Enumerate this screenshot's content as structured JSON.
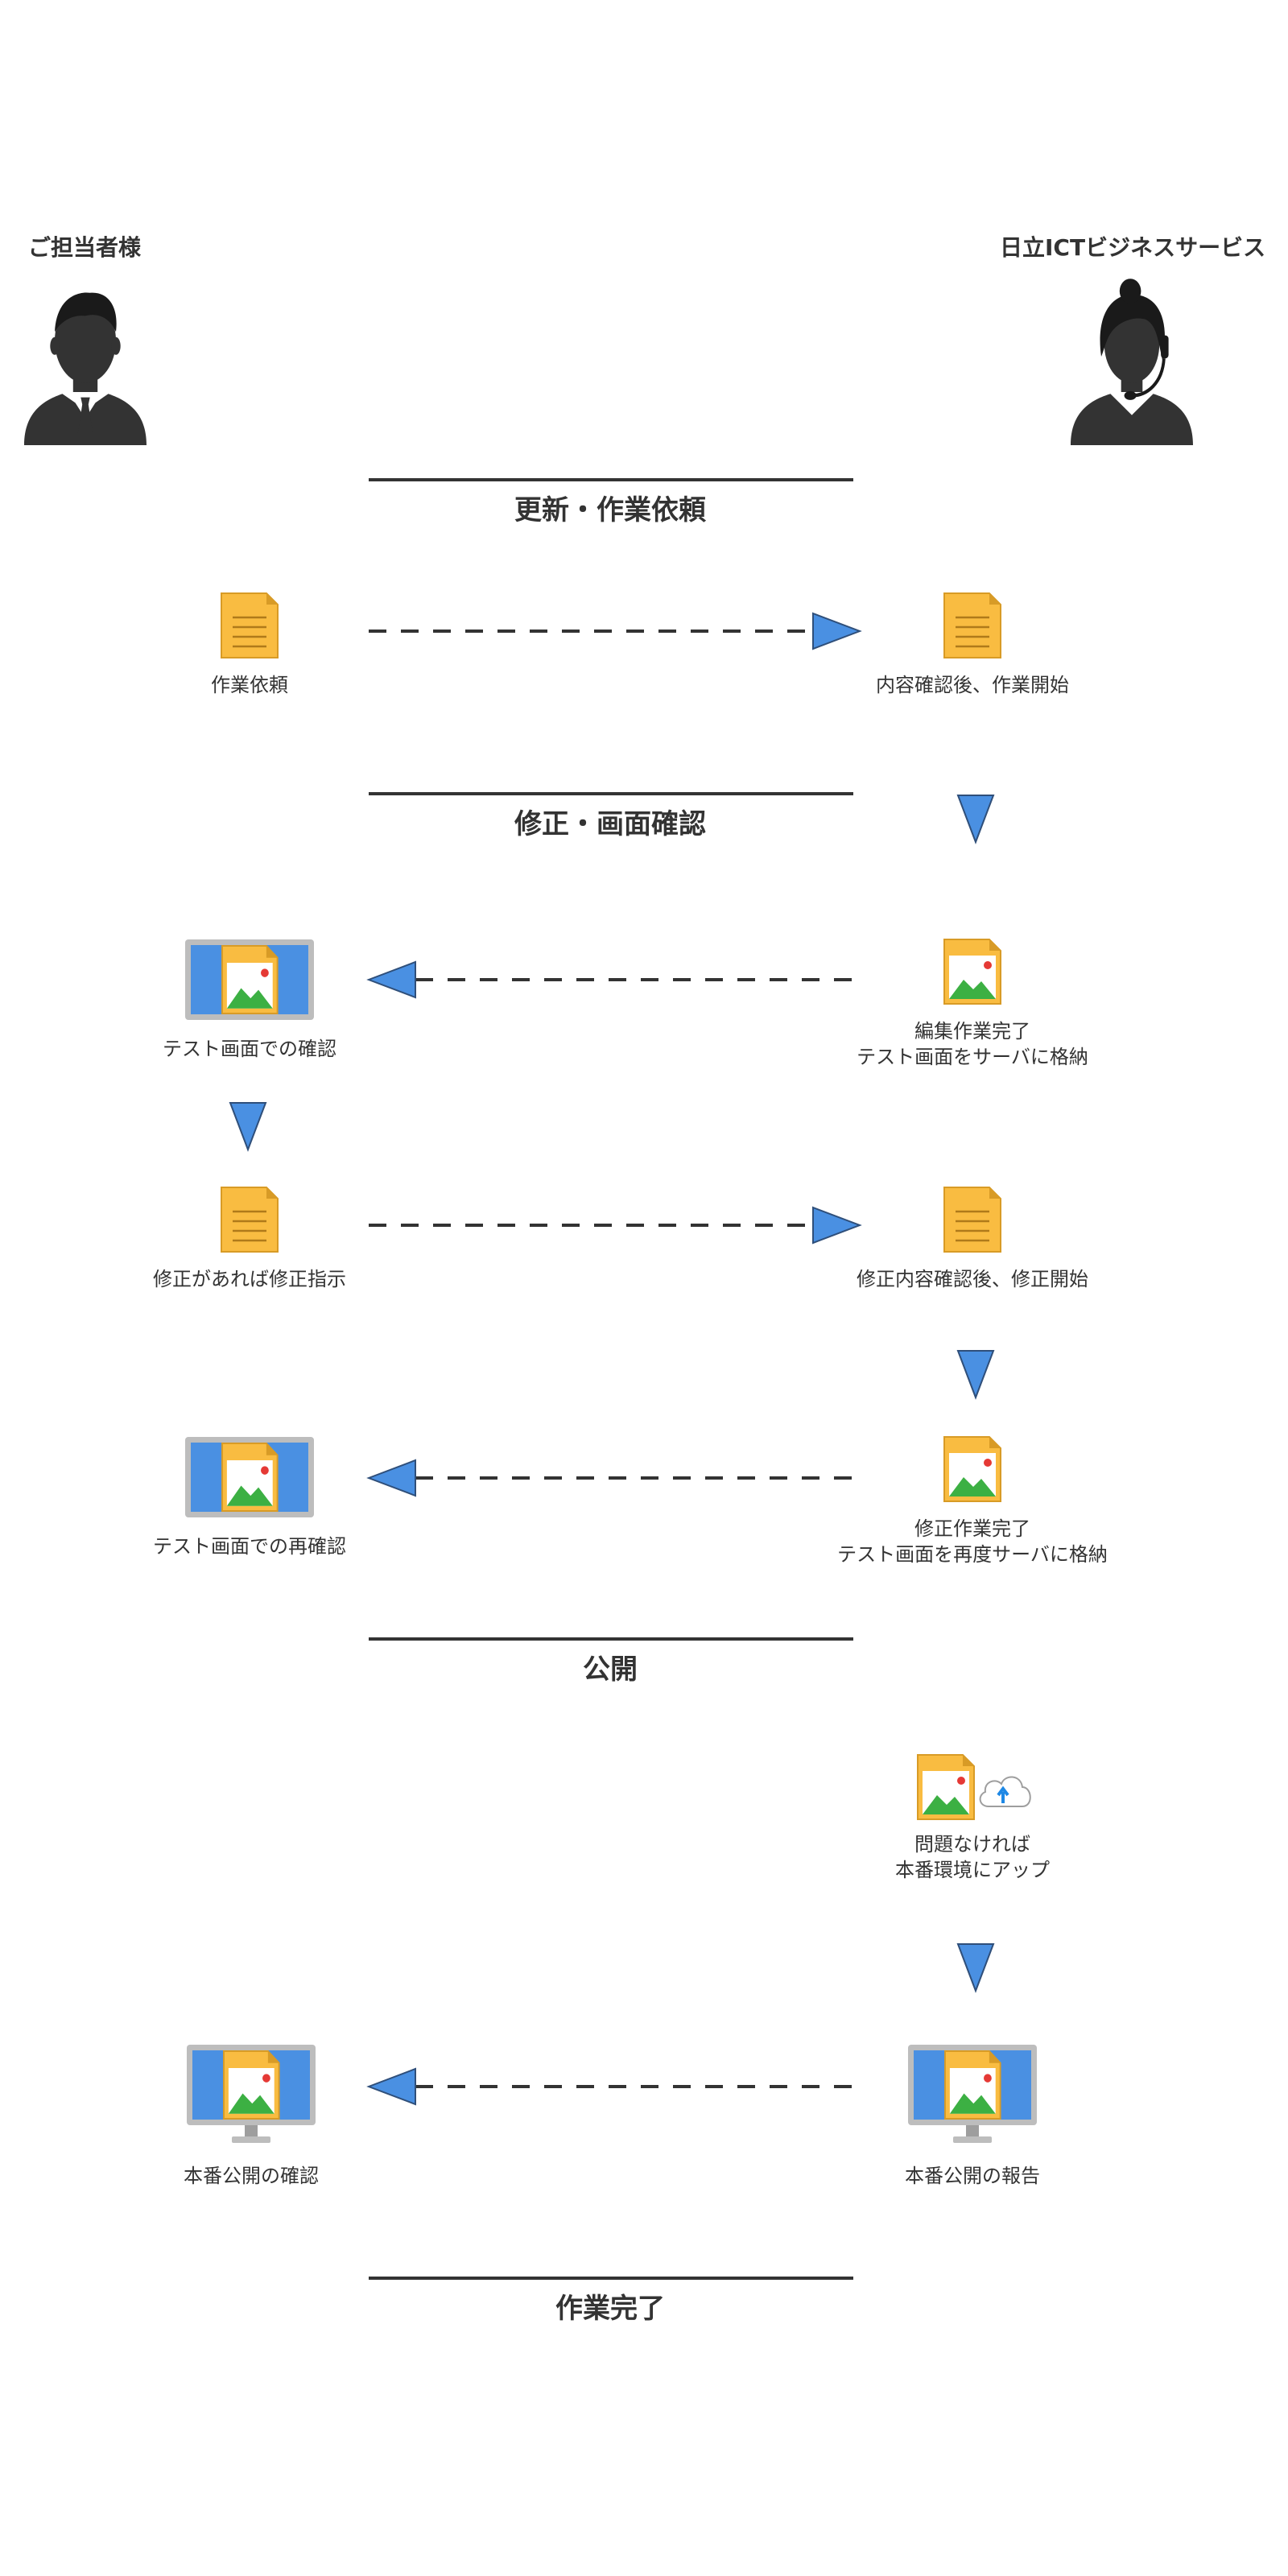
{
  "colors": {
    "doc_fill": "#F9BC41",
    "doc_stroke": "#D89B26",
    "arrow_fill": "#4A90E2",
    "arrow_stroke": "#2F4F7A",
    "monitor_bezel": "#BDBDBD",
    "monitor_screen": "#4A90E2",
    "person": "#333333",
    "line": "#333333"
  },
  "actors": {
    "client": {
      "label": "ご担当者様",
      "icon": "businessman-icon"
    },
    "provider": {
      "label": "日立ICTビジネスサービス",
      "icon": "operator-headset-icon"
    }
  },
  "sections": [
    {
      "id": "request",
      "title": "更新・作業依頼"
    },
    {
      "id": "review",
      "title": "修正・画面確認"
    },
    {
      "id": "publish",
      "title": "公開"
    },
    {
      "id": "done",
      "title": "作業完了"
    }
  ],
  "steps": {
    "request_work": {
      "lines": [
        "作業依頼"
      ],
      "icon": "document-icon"
    },
    "start_work": {
      "lines": [
        "内容確認後、作業開始"
      ],
      "icon": "document-icon"
    },
    "edit_done": {
      "lines": [
        "編集作業完了",
        "テスト画面をサーバに格納"
      ],
      "icon": "image-file-icon"
    },
    "check_test": {
      "lines": [
        "テスト画面での確認"
      ],
      "icon": "monitor-image-icon"
    },
    "fix_request": {
      "lines": [
        "修正があれば修正指示"
      ],
      "icon": "document-icon"
    },
    "fix_start": {
      "lines": [
        "修正内容確認後、修正開始"
      ],
      "icon": "document-icon"
    },
    "fix_done": {
      "lines": [
        "修正作業完了",
        "テスト画面を再度サーバに格納"
      ],
      "icon": "image-file-icon"
    },
    "recheck_test": {
      "lines": [
        "テスト画面での再確認"
      ],
      "icon": "monitor-image-icon"
    },
    "upload": {
      "lines": [
        "問題なければ",
        "本番環境にアップ"
      ],
      "icon": "image-file-cloud-upload-icon"
    },
    "publish_report": {
      "lines": [
        "本番公開の報告"
      ],
      "icon": "desktop-monitor-icon"
    },
    "publish_check": {
      "lines": [
        "本番公開の確認"
      ],
      "icon": "desktop-monitor-icon"
    }
  }
}
